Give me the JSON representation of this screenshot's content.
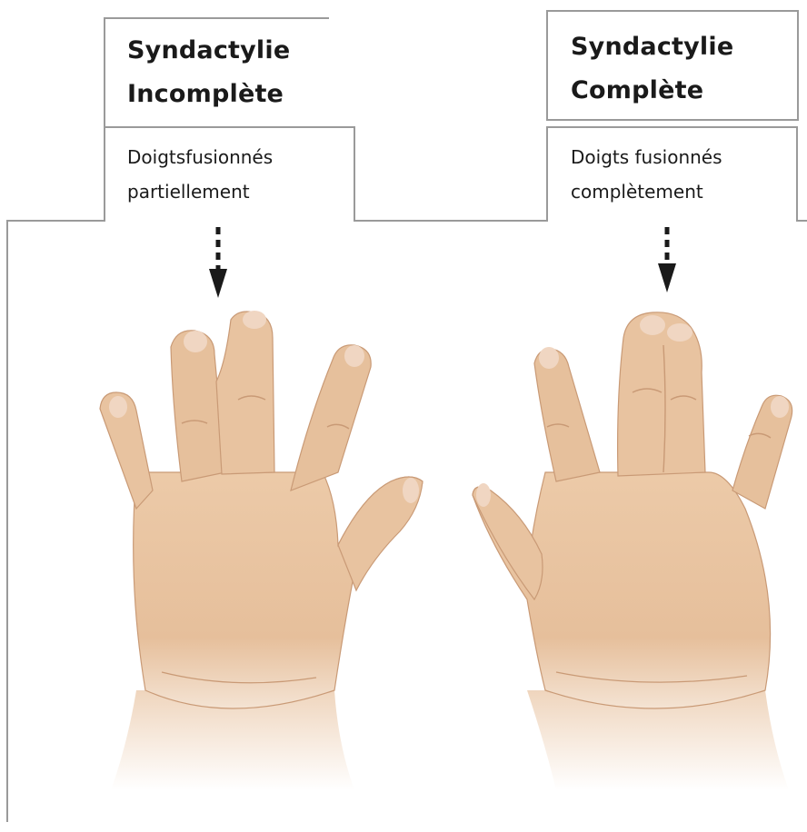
{
  "left": {
    "title_line1": "Syndactylie",
    "title_line2": "Incomplète",
    "desc_line1": "Doigtsfusionnés",
    "desc_line2": "partiellement"
  },
  "right": {
    "title_line1": "Syndactylie",
    "title_line2": "Complète",
    "desc_line1": "Doigts fusionnés",
    "desc_line2": "complètement"
  },
  "colors": {
    "skin": "#e8c3a0",
    "skin_shadow": "#c99a76",
    "nail": "#f0d6c2",
    "outline": "#9a9a9a",
    "arrow": "#1a1a1a"
  }
}
